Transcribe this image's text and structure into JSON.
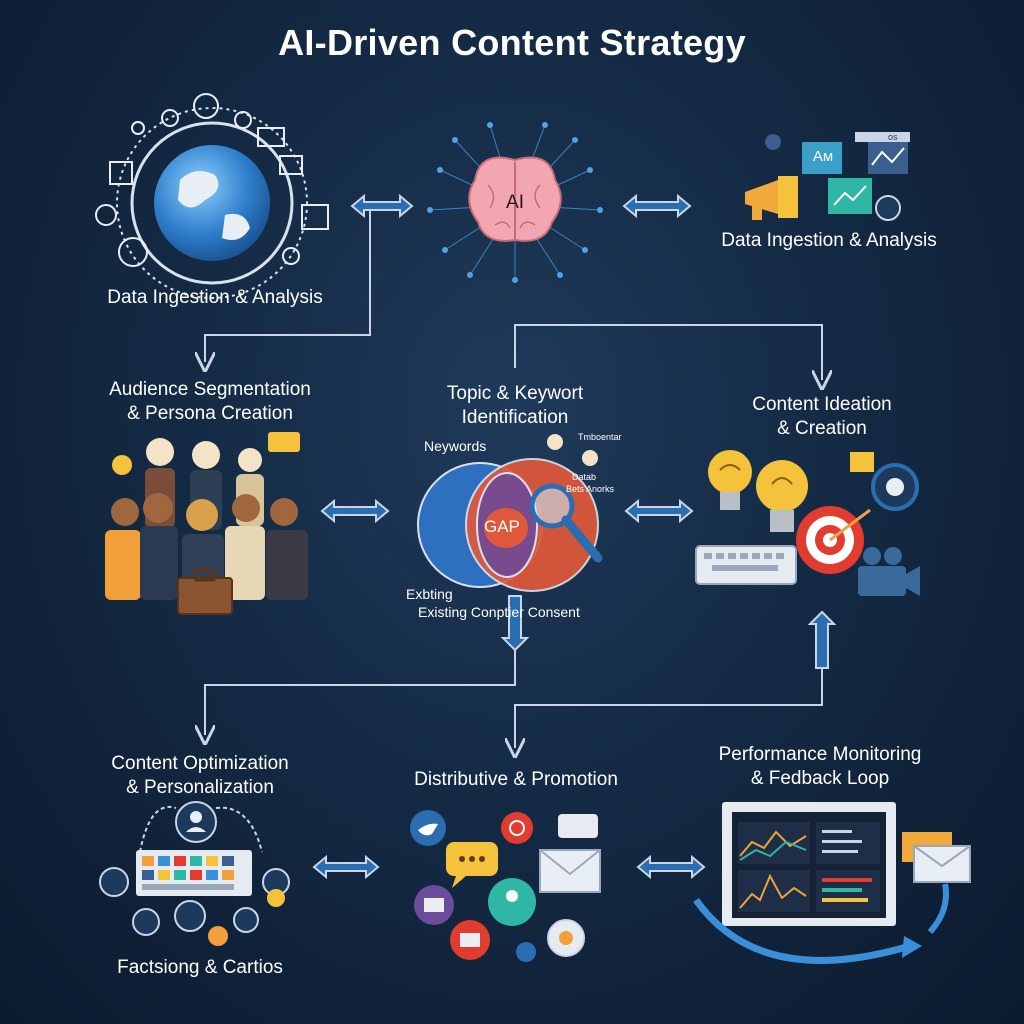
{
  "title": "AI-Driven Content Strategy",
  "nodes": {
    "ingest_left": "Data Ingestion & Analysis",
    "ai_label": "AI",
    "ingest_right": "Data Ingestion & Analysis",
    "audience_l1": "Audience Segmentation",
    "audience_l2": "& Persona Creation",
    "topic_l1": "Topic & Keywort",
    "topic_l2": "Identification",
    "ideation_l1": "Content Ideation",
    "ideation_l2": "& Creation",
    "optim_l1": "Content Optimization",
    "optim_l2": "& Personalization",
    "distrib": "Distributive & Promotion",
    "perf_l1": "Performance Monitoring",
    "perf_l2": "& Fedback Loop",
    "factsiong": "Factsiong & Cartios"
  },
  "venn": {
    "neywords": "Neywords",
    "gap": "GAP",
    "exbting": "Exbting",
    "existing": "Existing Conptier Consent",
    "tmboentar": "Tmboentar",
    "data": "Datab",
    "bets": "Bets Anorks"
  },
  "ingest_right_words": {
    "am": "Aм",
    "os": "os"
  },
  "colors": {
    "bg": "#142a44",
    "arrow": "#c9d6e8",
    "globe": "#3a8fd8",
    "brain": "#f2a7b0",
    "venn_blue": "#2f6fbf",
    "venn_orange": "#e0583a",
    "bulb": "#f5c33b",
    "target": "#e23b2f"
  },
  "icons": [
    "globe-icon",
    "brain-icon",
    "megaphone-icon",
    "chart-icon",
    "people-icon",
    "briefcase-icon",
    "magnifier-icon",
    "bulb-icon",
    "target-icon",
    "keyboard-icon",
    "camera-icon",
    "user-icon",
    "twitter-icon",
    "chat-icon",
    "mail-icon",
    "dashboard-icon"
  ]
}
